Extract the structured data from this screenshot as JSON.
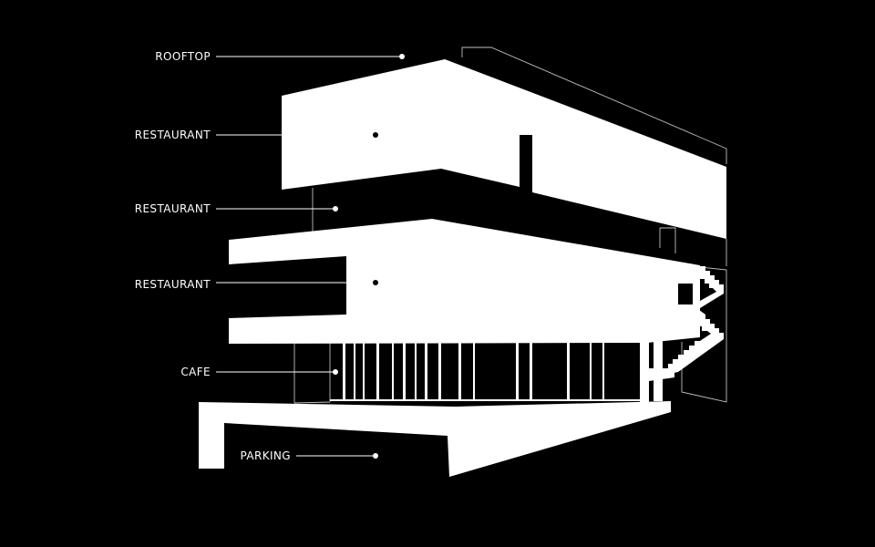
{
  "colors": {
    "background": "#000000",
    "building": "#ffffff",
    "outline": "#bfbfbf",
    "text": "#ffffff"
  },
  "labels": {
    "rooftop": "ROOFTOP",
    "restaurant_upper": "RESTAURANT",
    "restaurant_middle": "RESTAURANT",
    "restaurant_lower": "RESTAURANT",
    "cafe": "CAFE",
    "parking": "PARKING"
  }
}
